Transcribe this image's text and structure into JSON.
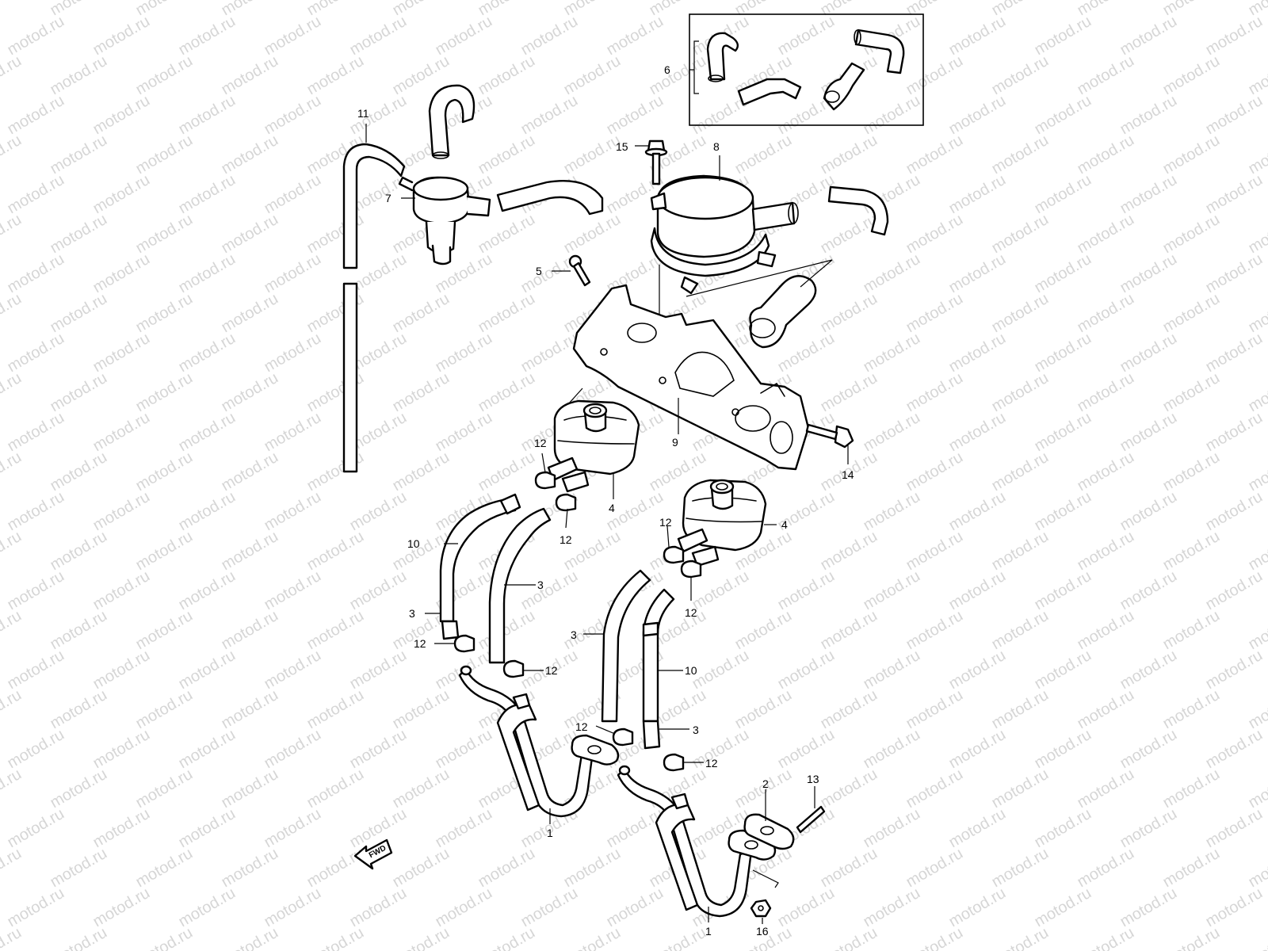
{
  "watermark": {
    "text": "motod.ru",
    "color": "#d6d6d6"
  },
  "fwd_label": "FWD",
  "callouts": {
    "c1a": "1",
    "c1b": "1",
    "c2": "2",
    "c3a": "3",
    "c3b": "3",
    "c3c": "3",
    "c3d": "3",
    "c4a": "4",
    "c4b": "4",
    "c5": "5",
    "c6": "6",
    "c7": "7",
    "c8": "8",
    "c9": "9",
    "c10a": "10",
    "c10b": "10",
    "c11": "11",
    "c12a": "12",
    "c12b": "12",
    "c12c": "12",
    "c12d": "12",
    "c12e": "12",
    "c12f": "12",
    "c12g": "12",
    "c12h": "12",
    "c13": "13",
    "c14": "14",
    "c15": "15",
    "c16": "16"
  }
}
